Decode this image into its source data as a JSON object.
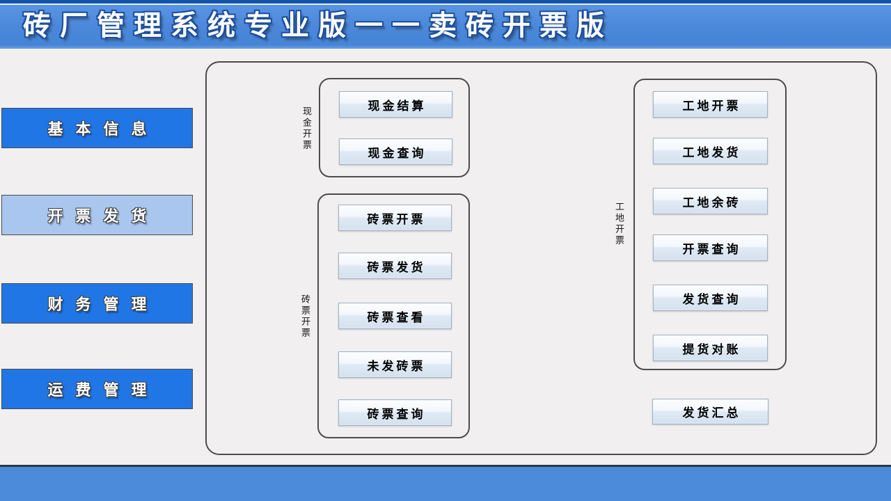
{
  "header": {
    "title": "砖厂管理系统专业版一一卖砖开票版"
  },
  "sidebar": {
    "items": [
      {
        "label": "基本信息",
        "active": false
      },
      {
        "label": "开票发货",
        "active": true
      },
      {
        "label": "财务管理",
        "active": false
      },
      {
        "label": "运费管理",
        "active": false
      }
    ]
  },
  "main": {
    "groups": [
      {
        "label": "现金开票",
        "buttons": [
          "现金结算",
          "现金查询"
        ]
      },
      {
        "label": "砖票开票",
        "buttons": [
          "砖票开票",
          "砖票发货",
          "砖票查看",
          "未发砖票",
          "砖票查询"
        ]
      },
      {
        "label": "工地开票",
        "buttons": [
          "工地开票",
          "工地发货",
          "工地余砖",
          "开票查询",
          "发货查询",
          "提货对账"
        ]
      }
    ],
    "summary_button": "发货汇总"
  },
  "colors": {
    "header_blue": "#4c88da",
    "header_top_navy": "#1254a8",
    "footer_blue": "#4c8bda",
    "sidebar_blue": "#2176e6",
    "sidebar_selected_blue": "#a9c6ee",
    "body_gray": "#f1efef",
    "button_face_blue": "#d6e2ef"
  }
}
